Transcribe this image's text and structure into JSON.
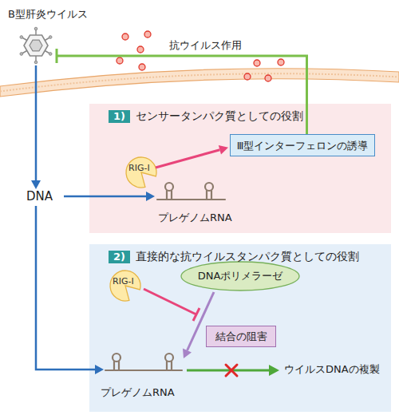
{
  "diagram": {
    "nodes": [
      {
        "text": [
          "B型肝炎ウイルス"
        ]
      },
      {
        "text": [
          "1)",
          "センサータンパク質としての役割"
        ]
      },
      {
        "text": [
          "Ⅲ型インターフェロンの誘導"
        ],
        "in": 1
      },
      {
        "text": [
          "RIG-I"
        ],
        "in": 1
      },
      {
        "text": [
          "2)",
          "直接的な抗ウイルスタンパク質としての役割"
        ]
      },
      {
        "text": [
          "RIG-I"
        ],
        "in": 4
      },
      {
        "text": [
          "DNAポリメラーゼ"
        ],
        "in": 4
      },
      {
        "text": [
          "結合の阻害"
        ],
        "in": 4
      }
    ],
    "edges": [
      {
        "from": 3,
        "to": 2,
        "arrow": "to"
      },
      {
        "from": 2,
        "to": 0,
        "arrow": "to",
        "label": "抗ウイルス作用"
      }
    ],
    "labels": [
      "DNA",
      "プレゲノムRNA",
      "プレゲノムRNA",
      "ウイルスDNAの複製"
    ]
  }
}
